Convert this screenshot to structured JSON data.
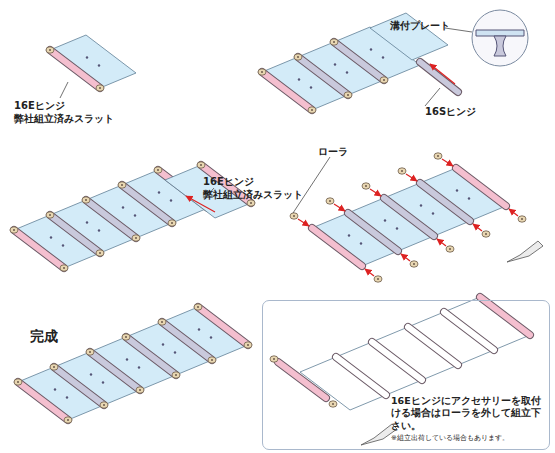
{
  "diagram": {
    "nodes": [
      {
        "text": [
          "16Eヒンジにアクセサリーを取付ける場合はローラを外して組立下さい。",
          "※組立出荷している場合もあります。"
        ]
      }
    ],
    "labels": [
      "16Eヒンジ 弊社組立済みスラット",
      "溝付プレート",
      "16Sヒンジ",
      "16Eヒンジ 弊社組立済みスラット",
      "ローラ",
      "完成"
    ]
  }
}
